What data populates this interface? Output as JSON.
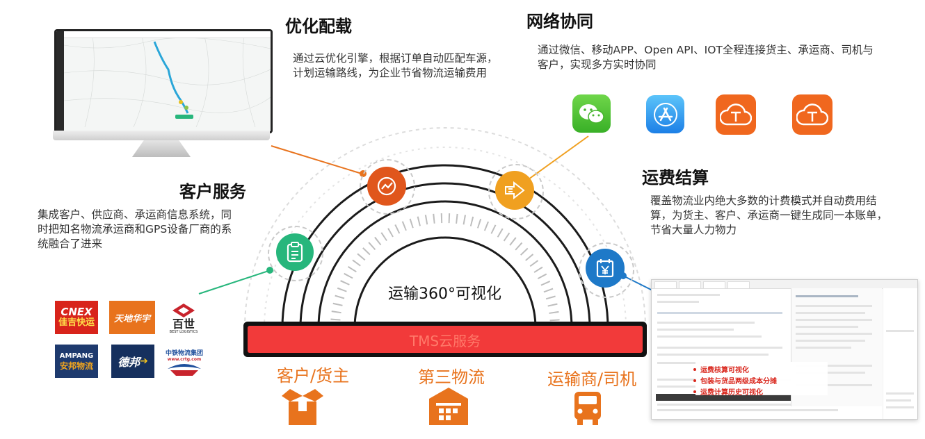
{
  "features": {
    "optimize": {
      "title": "优化配载",
      "description": "通过云优化引擎，根据订单自动匹配车源，计划运输路线，为企业节省物流运输费用"
    },
    "network": {
      "title": "网络协同",
      "description": "通过微信、移动APP、Open API、IOT全程连接货主、承运商、司机与客户，实现多方实时协同"
    },
    "customer": {
      "title": "客户服务",
      "description": "集成客户、供应商、承运商信息系统，同时把知名物流承运商和GPS设备厂商的系统融合了进来"
    },
    "settlement": {
      "title": "运费结算",
      "description": "覆盖物流业内绝大多数的计费模式并自动费用结算，为货主、客户、承运商一键生成同一本账单，节省大量人力物力"
    }
  },
  "center": {
    "visualization_label": "运输360°可视化",
    "tms_label": "TMS云服务"
  },
  "bottom_roles": [
    {
      "label": "客户/货主",
      "icon": "box-icon"
    },
    {
      "label": "第三物流",
      "icon": "warehouse-icon"
    },
    {
      "label": "运输商/司机",
      "icon": "truck-icon"
    }
  ],
  "settlement_screenshot": {
    "bullets": [
      "运费核算可视化",
      "包装与货品两级成本分摊",
      "运费计算历史可视化"
    ]
  },
  "app_icons": [
    "wechat-icon",
    "app-store-icon",
    "cloud-t-icon",
    "cloud-t-icon"
  ],
  "partner_logos": [
    {
      "name": "CNEX",
      "text": "CNEX",
      "sub": "佳吉快运",
      "color": "#d8241b"
    },
    {
      "name": "tiandihuayu",
      "text": "天地华宇",
      "sub": "",
      "color": "#e8731d"
    },
    {
      "name": "best",
      "text": "百世",
      "sub": "BEST LOGISTICS",
      "color": "#ffffff"
    },
    {
      "name": "ampang",
      "text": "AMPANG",
      "sub": "安邦物流",
      "color": "#1e3a6e"
    },
    {
      "name": "debang",
      "text": "德邦",
      "sub": "",
      "color": "#16305e"
    },
    {
      "name": "crtg",
      "text": "中铁物流集团",
      "sub": "www.crtg.com",
      "color": "#ffffff"
    }
  ],
  "colors": {
    "orange": "#e8731d",
    "orange_dark": "#e0561c",
    "green": "#27b67c",
    "blue": "#1e79c8",
    "tms_red": "#f23a3a"
  }
}
